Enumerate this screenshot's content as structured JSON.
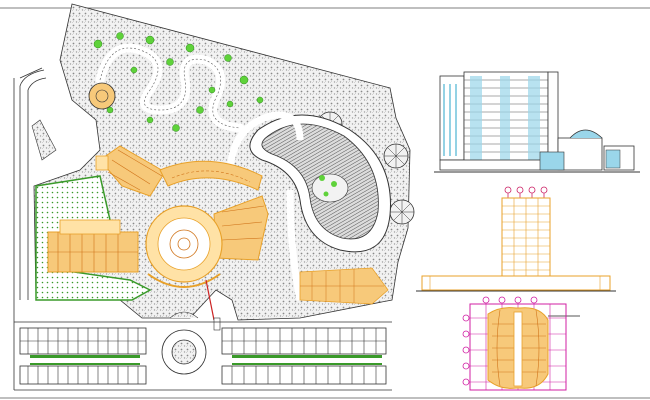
{
  "drawing": {
    "colors": {
      "background": "#ffffff",
      "linework": "#222222",
      "hatch": "#9a9a9a",
      "lawn": "#3a9a2a",
      "tree": "#5fd23a",
      "building": "#e8a12a",
      "building_fill": "#f7c97a",
      "elevation_blue": "#2aa5c8",
      "level_marker": "#cc2266",
      "section_magenta": "#d01fa3",
      "road_fill": "#ffffff"
    },
    "views": [
      {
        "id": "site-plan",
        "kind": "site plan"
      },
      {
        "id": "front-elevation",
        "kind": "elevation"
      },
      {
        "id": "side-elevation",
        "kind": "elevation"
      },
      {
        "id": "floor-plan",
        "kind": "typical floor plan"
      }
    ],
    "icons": [
      "north-arrow-icon",
      "parking-bay-icon",
      "tree-icon",
      "roundabout-icon"
    ],
    "annotations": []
  }
}
